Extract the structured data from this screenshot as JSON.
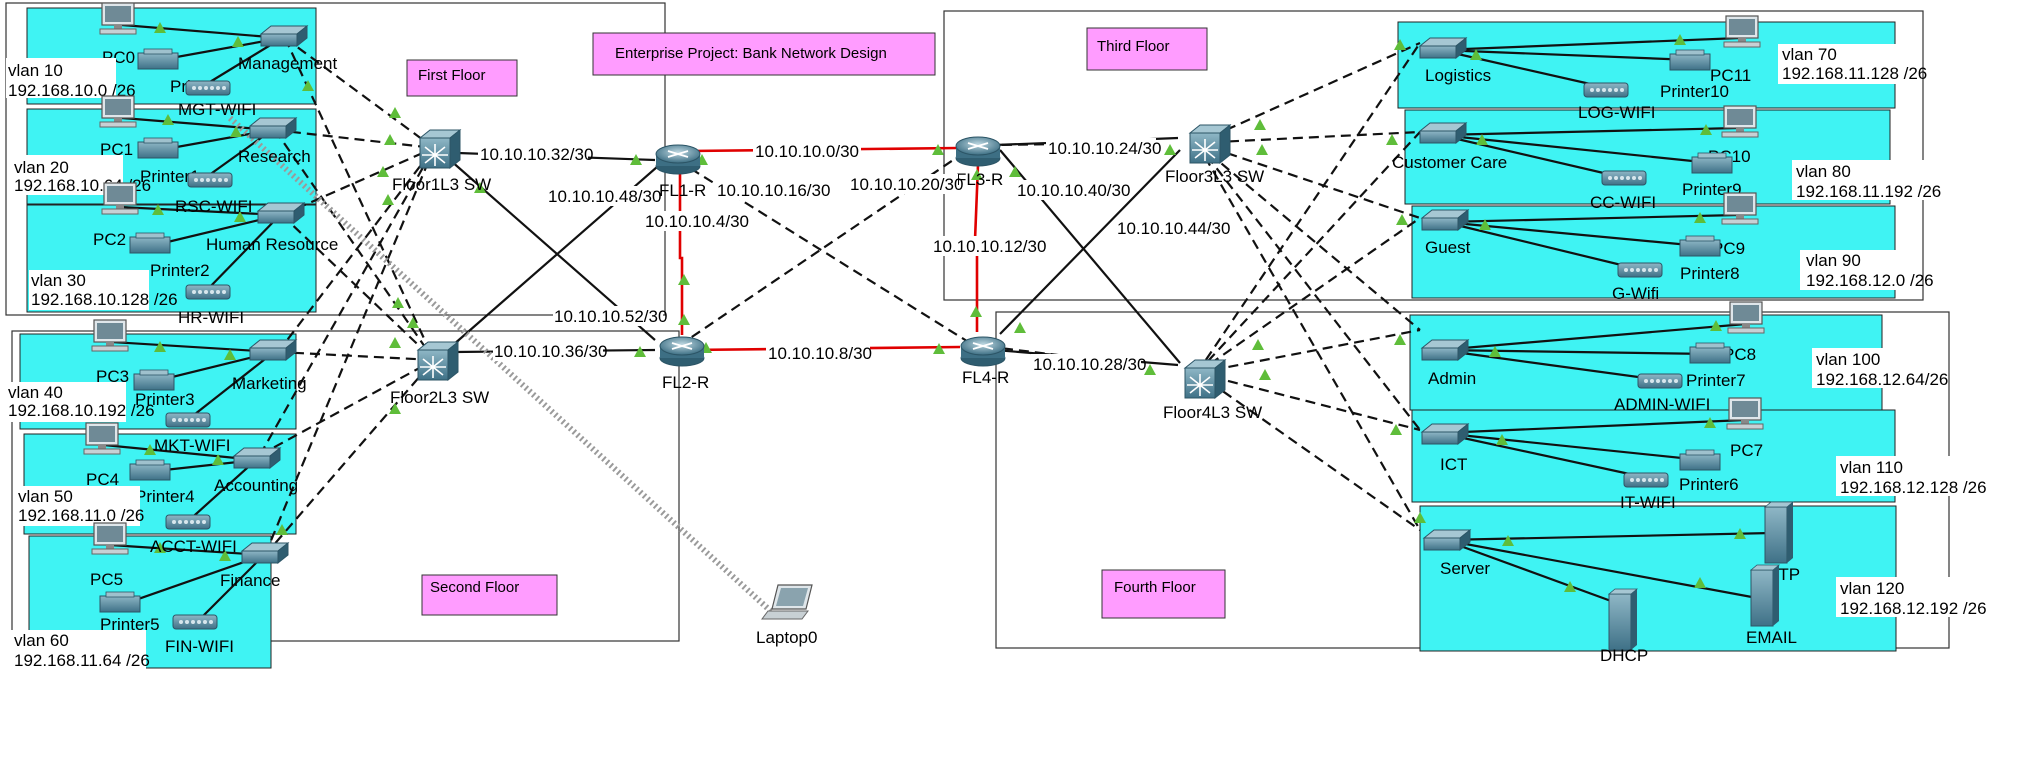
{
  "title": "Enterprise Project: Bank Network Design",
  "floors": {
    "first": "First Floor",
    "second": "Second Floor",
    "third": "Third Floor",
    "fourth": "Fourth Floor"
  },
  "routers": {
    "fl1": "FL1-R",
    "fl2": "FL2-R",
    "fl3": "FL3-R",
    "fl4": "FL4-R"
  },
  "switches": {
    "floor1": "Floor1L3 SW",
    "floor2": "Floor2L3 SW",
    "floor3": "Floor3L3 SW",
    "floor4": "Floor4L3 SW"
  },
  "subnets": {
    "s0": "10.10.10.0/30",
    "s4": "10.10.10.4/30",
    "s8": "10.10.10.8/30",
    "s12": "10.10.10.12/30",
    "s16": "10.10.10.16/30",
    "s20": "10.10.10.20/30",
    "s24": "10.10.10.24/30",
    "s28": "10.10.10.28/30",
    "s32": "10.10.10.32/30",
    "s36": "10.10.10.36/30",
    "s40": "10.10.10.40/30",
    "s44": "10.10.10.44/30",
    "s48": "10.10.10.48/30",
    "s52": "10.10.10.52/30"
  },
  "departments": {
    "management": {
      "switch": "Management",
      "pc": "PC0",
      "printer": "Printer0",
      "wifi": "MGT-WIFI",
      "vlan": "vlan 10",
      "net": "192.168.10.0 /26"
    },
    "research": {
      "switch": "Research",
      "pc": "PC1",
      "printer": "Printer1",
      "wifi": "RSC-WIFI",
      "vlan": "vlan 20",
      "net": "192.168.10.64 /26"
    },
    "hr": {
      "switch": "Human Resource",
      "pc": "PC2",
      "printer": "Printer2",
      "wifi": "HR-WIFI",
      "vlan": "vlan 30",
      "net": "192.168.10.128 /26"
    },
    "marketing": {
      "switch": "Marketing",
      "pc": "PC3",
      "printer": "Printer3",
      "wifi": "MKT-WIFI",
      "vlan": "vlan 40",
      "net": "192.168.10.192 /26"
    },
    "accounting": {
      "switch": "Accounting",
      "pc": "PC4",
      "printer": "Printer4",
      "wifi": "ACCT-WIFI",
      "vlan": "vlan 50",
      "net": "192.168.11.0 /26"
    },
    "finance": {
      "switch": "Finance",
      "pc": "PC5",
      "printer": "Printer5",
      "wifi": "FIN-WIFI",
      "vlan": "vlan 60",
      "net": "192.168.11.64 /26"
    },
    "logistics": {
      "switch": "Logistics",
      "pc": "PC11",
      "printer": "Printer10",
      "wifi": "LOG-WIFI",
      "vlan": "vlan 70",
      "net": "192.168.11.128 /26"
    },
    "customer": {
      "switch": "Customer Care",
      "pc": "PC10",
      "printer": "Printer9",
      "wifi": "CC-WIFI",
      "vlan": "vlan 80",
      "net": "192.168.11.192 /26"
    },
    "guest": {
      "switch": "Guest",
      "pc": "PC9",
      "printer": "Printer8",
      "wifi": "G-Wifi",
      "vlan": "vlan 90",
      "net": "192.168.12.0 /26"
    },
    "admin": {
      "switch": "Admin",
      "pc": "PC8",
      "printer": "Printer7",
      "wifi": "ADMIN-WIFI",
      "vlan": "vlan 100",
      "net": "192.168.12.64/26"
    },
    "ict": {
      "switch": "ICT",
      "pc": "PC7",
      "printer": "Printer6",
      "wifi": "IT-WIFI",
      "vlan": "vlan 110",
      "net": "192.168.12.128 /26"
    },
    "server": {
      "switch": "Server",
      "ftp": "FTP",
      "email": "EMAIL",
      "dhcp": "DHCP",
      "vlan": "vlan 120",
      "net": "192.168.12.192 /26"
    }
  },
  "laptop": "Laptop0",
  "colors": {
    "zone": "#3ff3f3",
    "title_bg": "#ff9cff",
    "serial_link": "#e00000",
    "port_up": "#5fbd3a",
    "device": "#4a7f93"
  }
}
